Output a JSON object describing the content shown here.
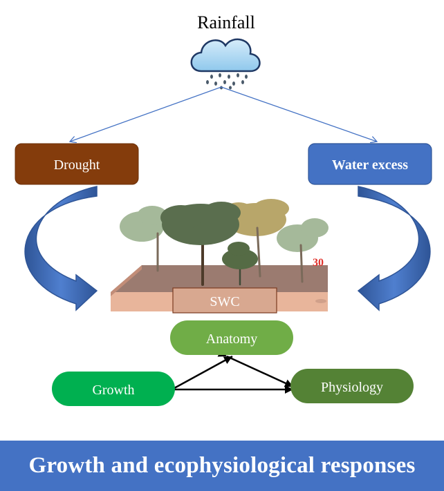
{
  "rainfall": {
    "label": "Rainfall",
    "icon": "rain-cloud-icon"
  },
  "nodes": {
    "drought": {
      "label": "Drought",
      "color": "#843c0c"
    },
    "water_excess": {
      "label": "Water excess",
      "color": "#4472c4"
    },
    "swc": {
      "label": "SWC"
    },
    "anatomy": {
      "label": "Anatomy",
      "color": "#70ad47"
    },
    "growth": {
      "label": "Growth",
      "color": "#00b050"
    },
    "physiology": {
      "label": "Physiology",
      "color": "#548235"
    }
  },
  "scene": {
    "badge_text": "30",
    "icon": "forest-scene-icon"
  },
  "banner": {
    "title": "Growth and ecophysiological responses"
  }
}
